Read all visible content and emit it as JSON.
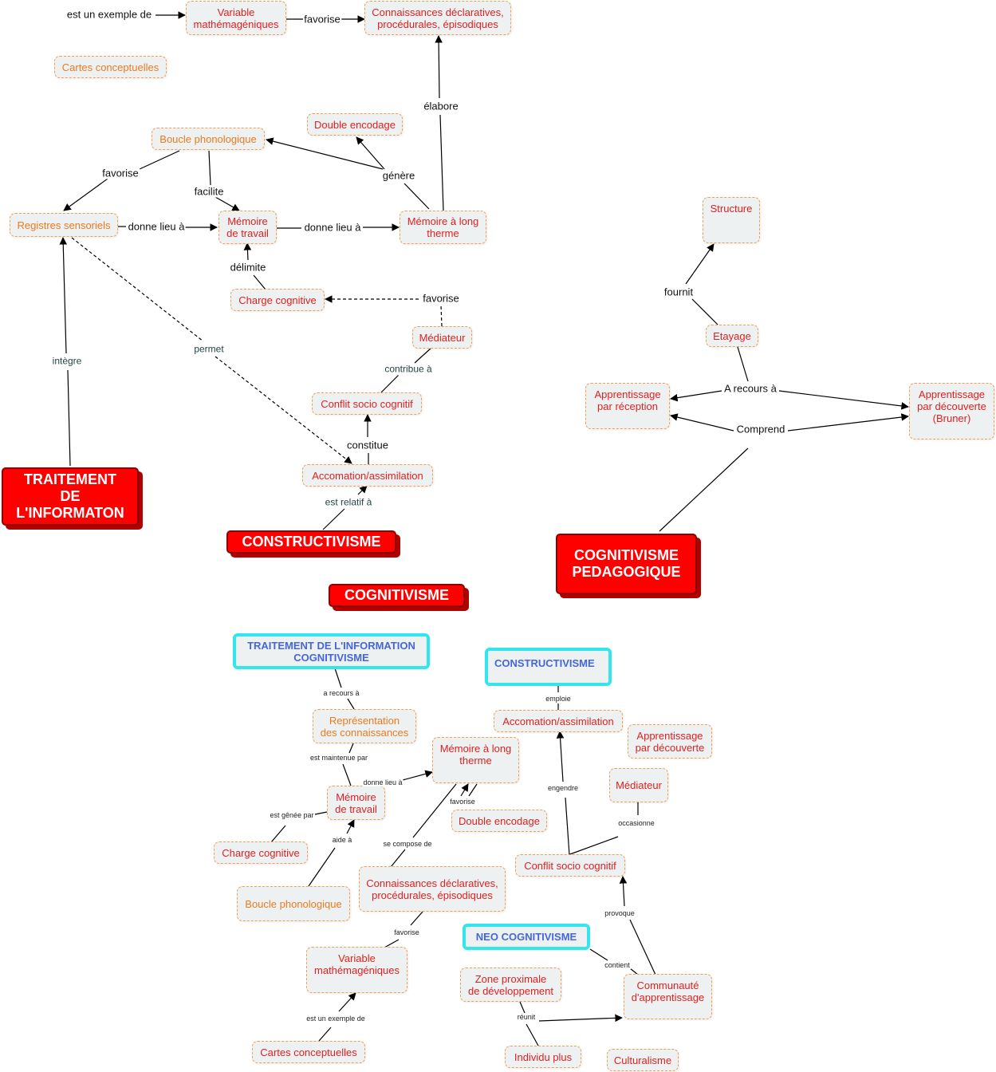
{
  "colors": {
    "node_text": "#e02020",
    "node_text_orange": "#ec7a1e",
    "node_border": "#f0a050",
    "node_fill": "#eef1f1",
    "title_fill": "#ff0000",
    "title_shadow": "#b00000",
    "cyan_border": "#33e6ee",
    "cyan_text": "#4466dd"
  },
  "titles": {
    "traitement": "TRAITEMENT\nDE\nL'INFORMATON",
    "constructivisme": "CONSTRUCTIVISME",
    "cognitivisme_ped": "COGNITIVISME\nPEDAGOGIQUE",
    "cognitivisme": "COGNITIVISME"
  },
  "map1": {
    "nodes": {
      "variable": "Variable\nmathémagéniques",
      "connaissances": "Connaissances déclaratives,\nprocédurales, épisodiques",
      "cartes": "Cartes conceptuelles",
      "double": "Double encodage",
      "boucle": "Boucle phonologique",
      "registres": "Registres sensoriels",
      "memoire_travail": "Mémoire\nde travail",
      "memoire_long": "Mémoire à long\ntherme",
      "charge": "Charge cognitive",
      "mediateur": "Médiateur",
      "conflit": "Conflit socio cognitif",
      "accomation": "Accomation/assimilation"
    },
    "labels": {
      "exemple": "est un exemple de",
      "favorise_top": "favorise",
      "elabore": "élabore",
      "genere": "génère",
      "favorise_left": "favorise",
      "facilite": "facilite",
      "donne1": "donne lieu à",
      "donne2": "donne lieu à",
      "delimite": "délimite",
      "favorise_mid": "favorise",
      "integre": "intègre",
      "permet": "permet",
      "contribue": "contribue à",
      "constitue": "constitue",
      "relatif": "est relatif à"
    }
  },
  "map2": {
    "nodes": {
      "structure": "Structure",
      "etayage": "Etayage",
      "reception": "Apprentissage\npar réception",
      "decouverte": "Apprentissage\npar découverte\n(Bruner)"
    },
    "labels": {
      "fournit": "fournit",
      "recours": "A recours à",
      "comprend": "Comprend"
    }
  },
  "map3": {
    "cyan": {
      "traitement": "TRAITEMENT DE L'INFORMATION\nCOGNITIVISME",
      "constructivisme": "CONSTRUCTIVISME",
      "neo": "NEO COGNITIVISME"
    },
    "nodes": {
      "representation": "Représentation\ndes connaissances",
      "memoire_long": "Mémoire à long\ntherme",
      "memoire_travail": "Mémoire\nde travail",
      "double": "Double encodage",
      "charge": "Charge cognitive",
      "boucle": "Boucle phonologique",
      "connaissances": "Connaissances déclaratives,\nprocédurales, épisodiques",
      "variable": "Variable\nmathémagéniques",
      "cartes": "Cartes conceptuelles",
      "accomation": "Accomation/assimilation",
      "decouverte": "Apprentissage\npar découverte",
      "mediateur": "Médiateur",
      "conflit": "Conflit socio cognitif",
      "zone": "Zone proximale\nde développement",
      "communaute": "Communauté\nd'apprentissage",
      "individu": "Individu plus",
      "culturalisme": "Culturalisme"
    },
    "labels": {
      "recours": "a recours à",
      "maintenue": "est maintenue par",
      "donne": "donne lieu à",
      "favorise_a": "favorise",
      "genee": "est gênée par",
      "aide": "aide à",
      "compose": "se compose de",
      "favorise_b": "favorise",
      "exemple": "est un exemple de",
      "emploie": "emploie",
      "engendre": "engendre",
      "occasionne": "occasionne",
      "provoque": "provoque",
      "contient": "contient",
      "reunit": "réunit"
    }
  }
}
